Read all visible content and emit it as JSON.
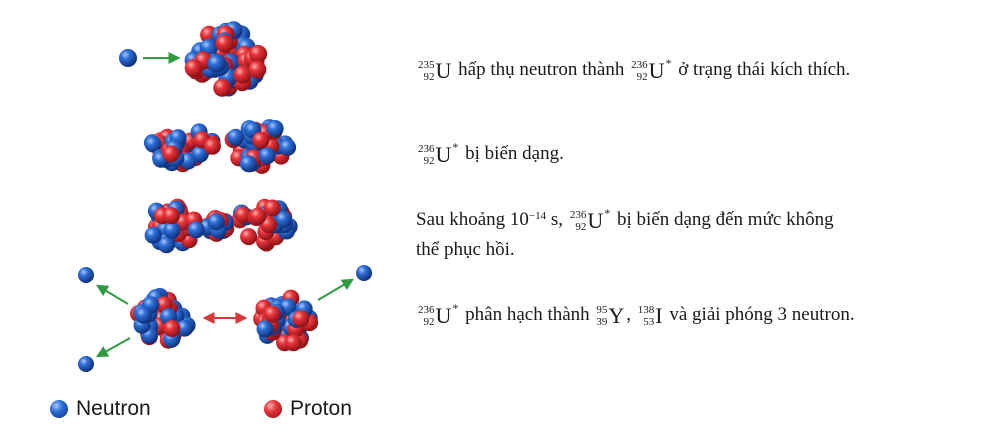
{
  "colors": {
    "neutron": "#2f6fd6",
    "neutron_dark": "#0d2f7a",
    "proton": "#e8353b",
    "proton_dark": "#8a0f14",
    "green_arrow": "#2e9b40",
    "red_arrow": "#d83a3a"
  },
  "steps": {
    "step1": {
      "nuc_a": {
        "a": "235",
        "z": "92",
        "sym": "U"
      },
      "text_a": "hấp thụ neutron thành",
      "nuc_b": {
        "a": "236",
        "z": "92",
        "sym": "U",
        "star": "*"
      },
      "text_b": "ở trạng thái kích thích."
    },
    "step2": {
      "nuc": {
        "a": "236",
        "z": "92",
        "sym": "U",
        "star": "*"
      },
      "text": "bị biến dạng."
    },
    "step3": {
      "prefix": "Sau khoảng 10",
      "exp": "−14",
      "unit": "s,",
      "nuc": {
        "a": "236",
        "z": "92",
        "sym": "U",
        "star": "*"
      },
      "text": "bị biến dạng đến mức không",
      "text2": "thể phục hồi."
    },
    "step4": {
      "nuc_a": {
        "a": "236",
        "z": "92",
        "sym": "U",
        "star": "*"
      },
      "text_a": "phân hạch thành",
      "nuc_b": {
        "a": "95",
        "z": "39",
        "sym": "Y"
      },
      "sep": ",",
      "nuc_c": {
        "a": "138",
        "z": "53",
        "sym": "I"
      },
      "text_b": "và giải phóng 3 neutron."
    }
  },
  "legend": {
    "neutron": "Neutron",
    "proton": "Proton"
  }
}
